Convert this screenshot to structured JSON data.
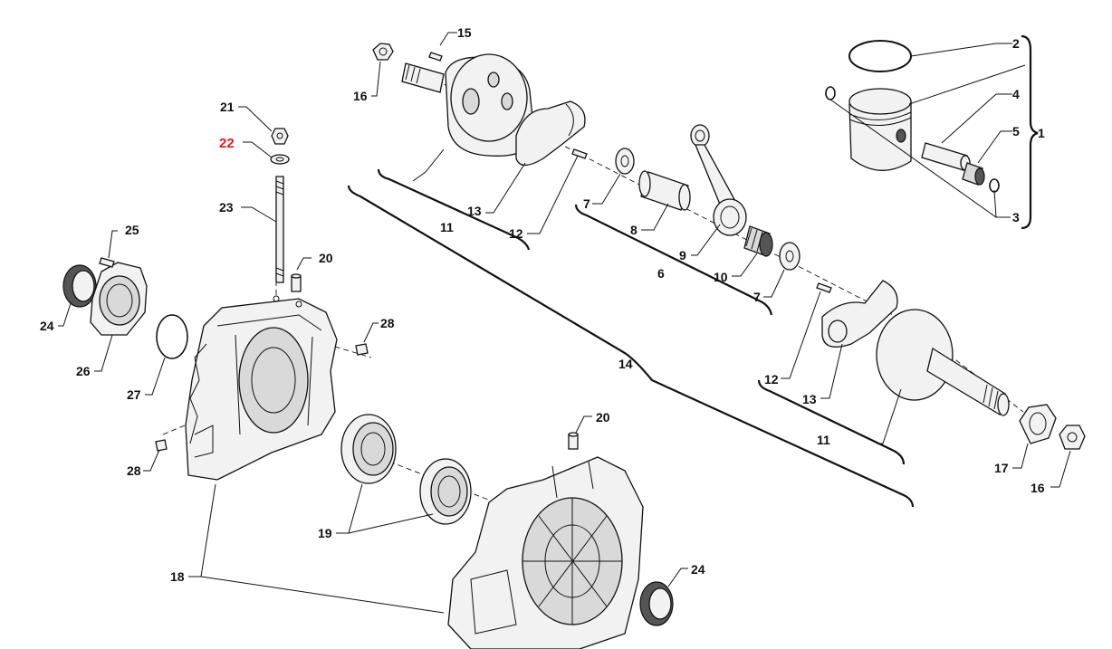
{
  "diagram": {
    "title": "",
    "highlight_color": "#e01b1b",
    "line_color": "#111111",
    "labels": {
      "l1": "1",
      "l2": "2",
      "l3": "3",
      "l4": "4",
      "l5": "5",
      "l6": "6",
      "l7a": "7",
      "l7b": "7",
      "l8": "8",
      "l9": "9",
      "l10": "10",
      "l11a": "11",
      "l11b": "11",
      "l12a": "12",
      "l12b": "12",
      "l13a": "13",
      "l13b": "13",
      "l14": "14",
      "l15": "15",
      "l16a": "16",
      "l16b": "16",
      "l17": "17",
      "l18": "18",
      "l19": "19",
      "l20a": "20",
      "l20b": "20",
      "l21": "21",
      "l22": "22",
      "l23": "23",
      "l24a": "24",
      "l24b": "24",
      "l25": "25",
      "l26": "26",
      "l27": "27",
      "l28a": "28",
      "l28b": "28"
    },
    "highlighted_part": "22"
  }
}
